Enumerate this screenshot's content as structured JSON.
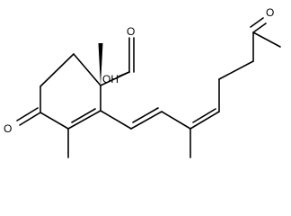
{
  "diagram": {
    "atom_labels": {
      "ketone_ring_O": "O",
      "acid_OH": "OH",
      "acid_O": "O",
      "chain_ketone_O": "O"
    },
    "colors": {
      "background": "#ffffff",
      "bonds": "#000000"
    }
  }
}
